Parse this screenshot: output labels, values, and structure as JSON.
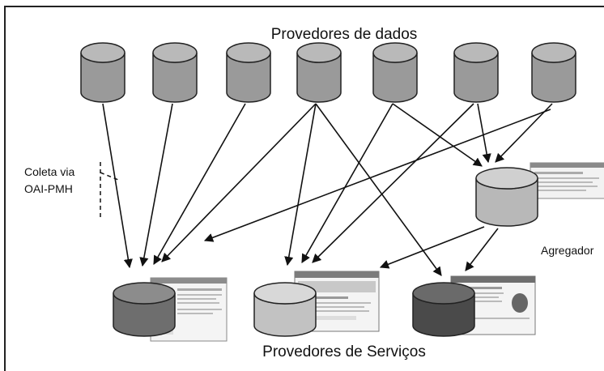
{
  "title": "Provedores de dados",
  "bottom_label": "Provedores de Serviços",
  "collect_label_line1": "Coleta via",
  "collect_label_line2": "OAI-PMH",
  "aggregator_label": "Agregador",
  "data_providers": [
    "dp1",
    "dp2",
    "dp3",
    "dp4",
    "dp5",
    "dp6",
    "dp7"
  ],
  "colors": {
    "provider": "#9a9a9a",
    "aggregator": "#b8b8b8",
    "service1": "#6e6e6e",
    "service2": "#c2c2c2",
    "service3": "#4a4a4a",
    "frame": "#222222"
  }
}
